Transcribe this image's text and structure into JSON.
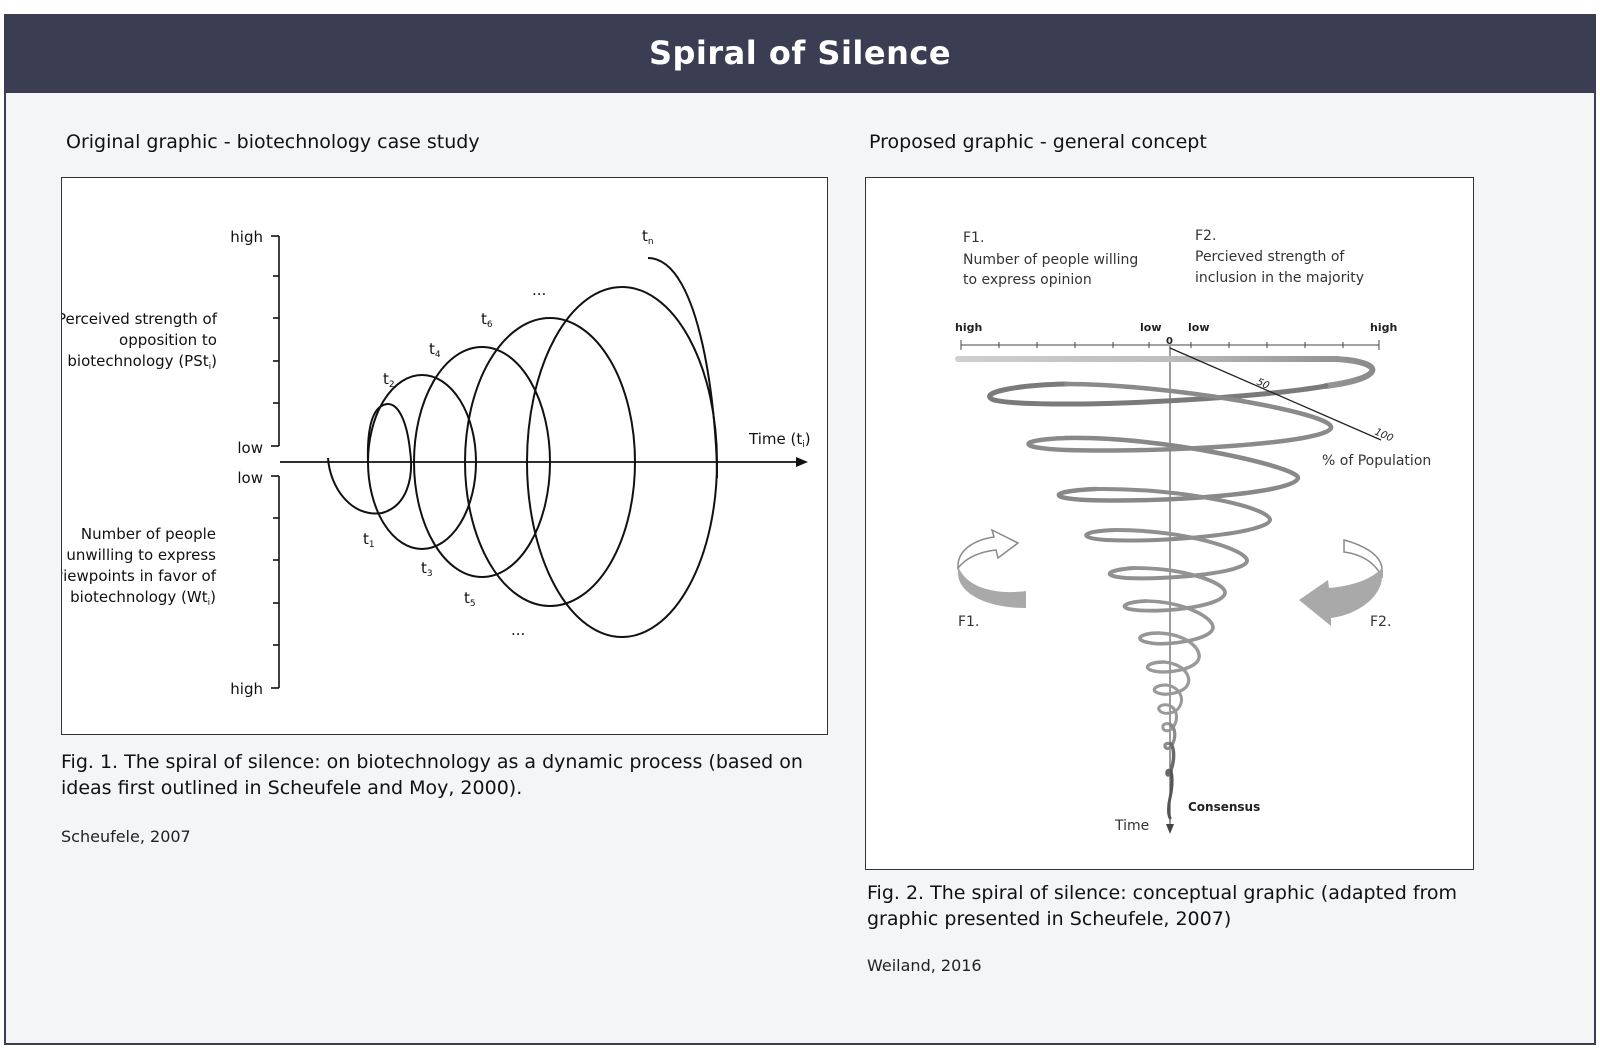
{
  "title": "Spiral of Silence",
  "left": {
    "heading": "Original graphic - biotechnology case study",
    "caption": "Fig. 1. The spiral of silence: on biotechnology as a dynamic process (based on ideas first outlined in Scheufele and Moy, 2000).",
    "credit": "Scheufele, 2007",
    "diagram": {
      "top_high": "high",
      "top_low": "low",
      "bottom_low": "low",
      "bottom_high": "high",
      "upper_axis_label": [
        "Perceived strength of",
        "opposition to",
        "biotechnology (PSt",
        "i",
        ")"
      ],
      "lower_axis_label": [
        "Number of people",
        "unwilling to express",
        "viewpoints in favor of",
        "biotechnology (Wt",
        "i",
        ")"
      ],
      "time_label": "Time (t",
      "time_sub": "i",
      "time_close": ")",
      "t_labels": [
        {
          "base": "t",
          "sub": "1"
        },
        {
          "base": "t",
          "sub": "2"
        },
        {
          "base": "t",
          "sub": "3"
        },
        {
          "base": "t",
          "sub": "4"
        },
        {
          "base": "t",
          "sub": "5"
        },
        {
          "base": "t",
          "sub": "6"
        },
        {
          "base": "t",
          "sub": "n"
        }
      ],
      "ellipsis_top": "...",
      "ellipsis_bottom": "..."
    }
  },
  "right": {
    "heading": "Proposed graphic - general concept",
    "caption": "Fig. 2. The spiral of silence: conceptual graphic (adapted from graphic presented in Scheufele, 2007)",
    "credit": "Weiland, 2016",
    "diagram": {
      "f1_code": "F1.",
      "f1_text": [
        "Number of people willing",
        "to express opinion"
      ],
      "f2_code": "F2.",
      "f2_text": [
        "Percieved strength of",
        "inclusion in the majority"
      ],
      "scale_left_high": "high",
      "scale_left_low": "low",
      "scale_right_low": "low",
      "scale_right_high": "high",
      "zero": "0",
      "fifty": "50",
      "hundred": "100",
      "population": "% of Population",
      "f1_arrow": "F1.",
      "f2_arrow": "F2.",
      "consensus": "Consensus",
      "time": "Time"
    }
  }
}
